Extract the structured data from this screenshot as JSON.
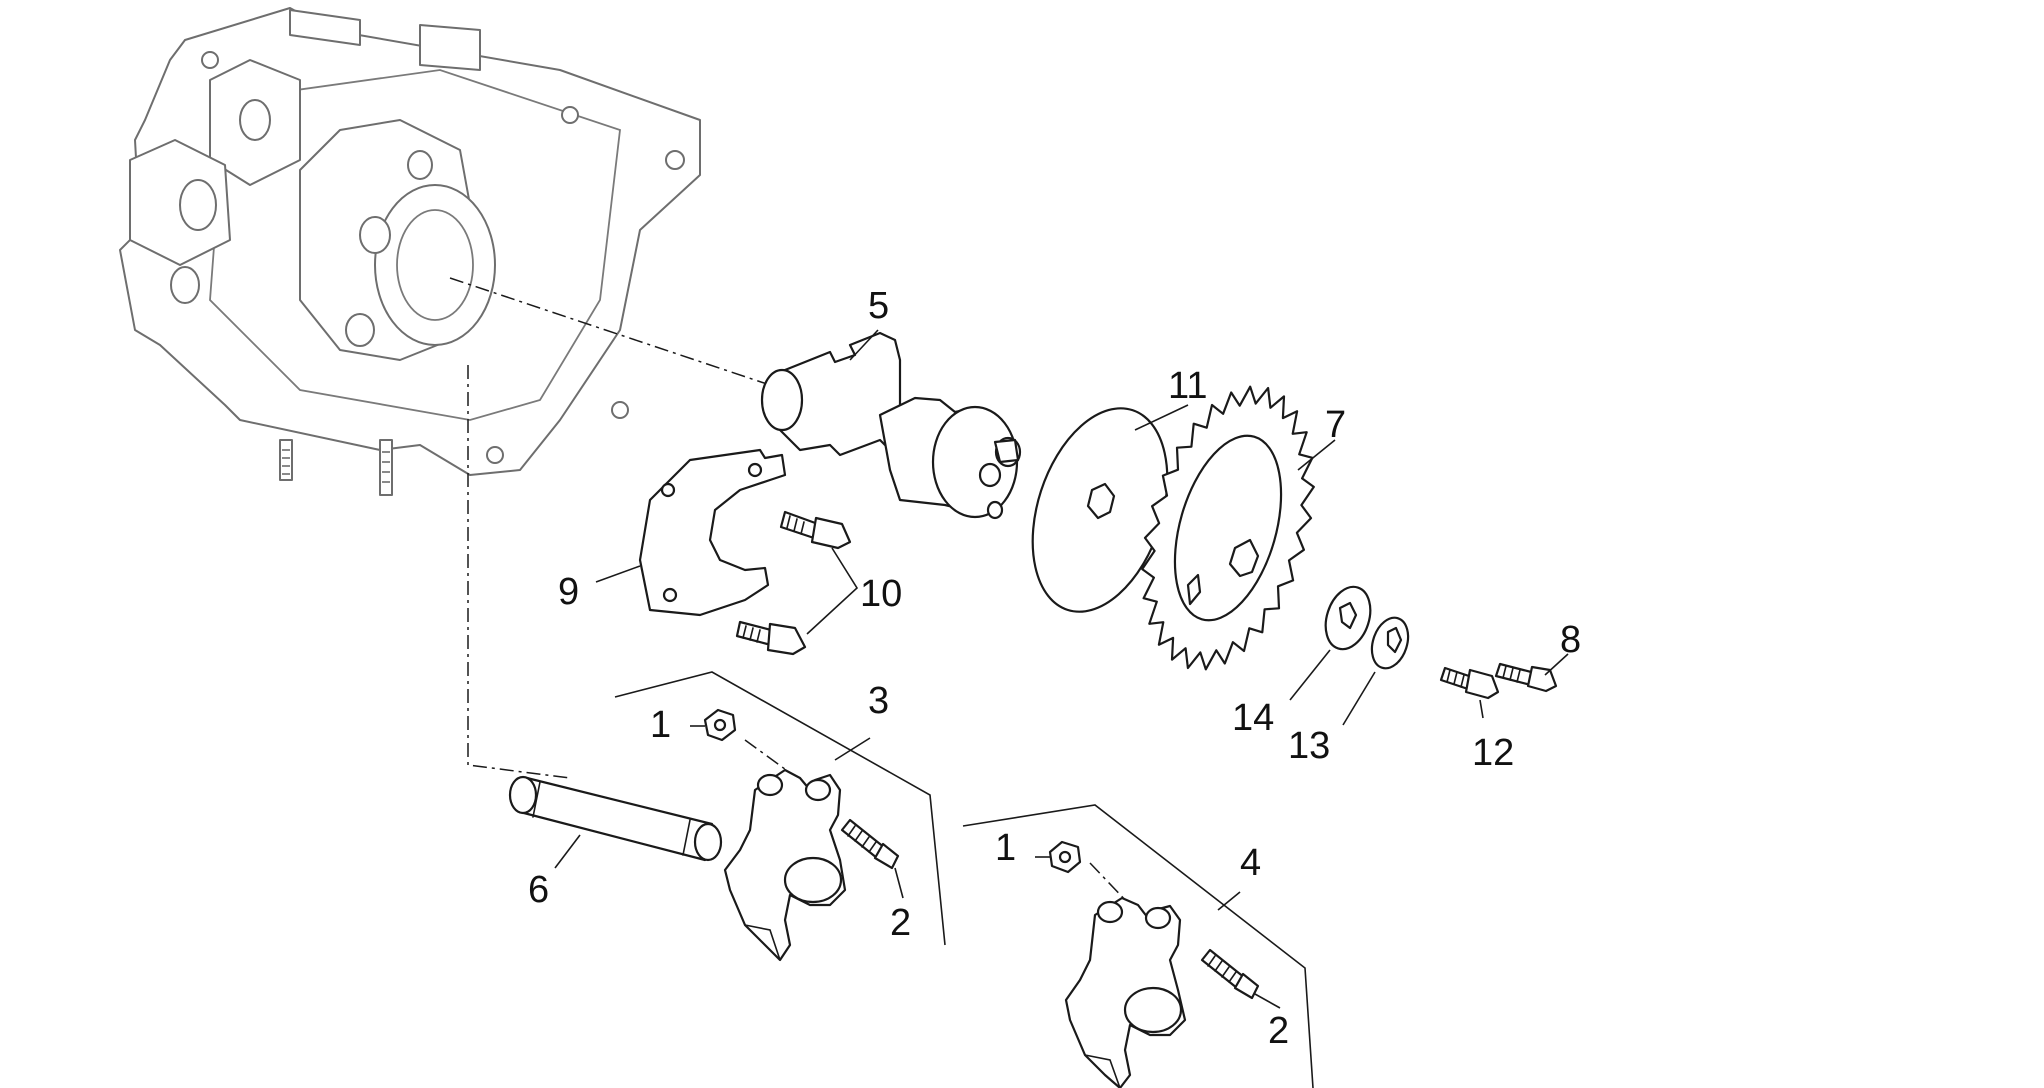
{
  "diagram": {
    "callouts": [
      {
        "id": "c5",
        "label": "5"
      },
      {
        "id": "c11",
        "label": "11"
      },
      {
        "id": "c7",
        "label": "7"
      },
      {
        "id": "c9",
        "label": "9"
      },
      {
        "id": "c10",
        "label": "10"
      },
      {
        "id": "c3",
        "label": "3"
      },
      {
        "id": "c1a",
        "label": "1"
      },
      {
        "id": "c8",
        "label": "8"
      },
      {
        "id": "c14",
        "label": "14"
      },
      {
        "id": "c13",
        "label": "13"
      },
      {
        "id": "c12",
        "label": "12"
      },
      {
        "id": "c6",
        "label": "6"
      },
      {
        "id": "c2a",
        "label": "2"
      },
      {
        "id": "c1b",
        "label": "1"
      },
      {
        "id": "c4",
        "label": "4"
      },
      {
        "id": "c2b",
        "label": "2"
      }
    ]
  }
}
